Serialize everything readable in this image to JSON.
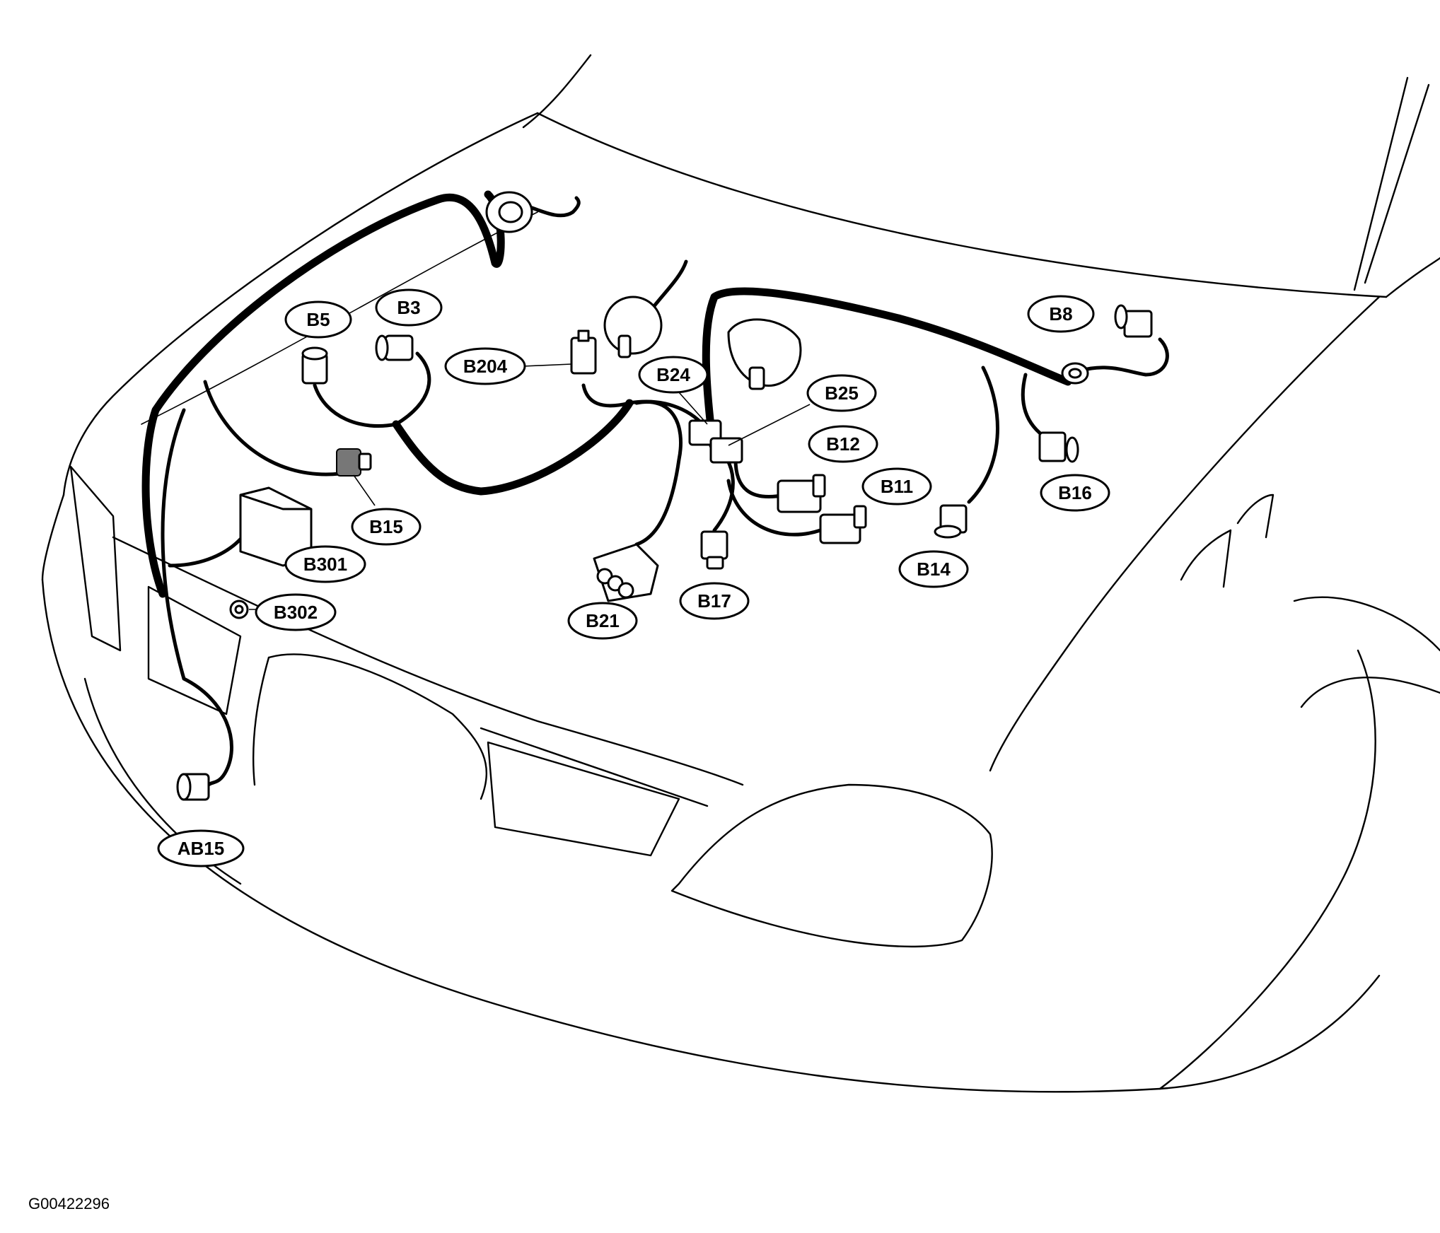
{
  "diagram": {
    "figure_code": "G00422296",
    "labels": [
      "B5",
      "B3",
      "B204",
      "B24",
      "B25",
      "B12",
      "B8",
      "B16",
      "B11",
      "B14",
      "B17",
      "B21",
      "B15",
      "B301",
      "B302",
      "AB15"
    ]
  }
}
